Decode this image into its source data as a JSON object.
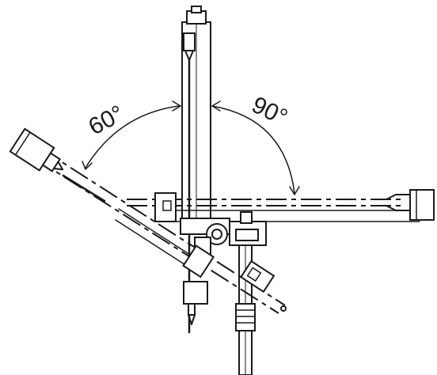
{
  "diagram": {
    "angle_left_label": "60°",
    "angle_right_label": "90°",
    "angle_left_deg": 60,
    "angle_right_deg": 90,
    "line_color": "#1a1a1a",
    "background": "#ffffff"
  }
}
